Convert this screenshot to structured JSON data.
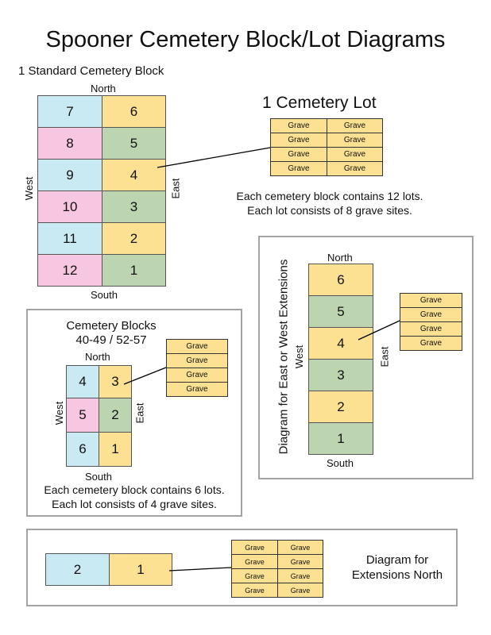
{
  "title": "Spooner Cemetery Block/Lot Diagrams",
  "standard_block": {
    "heading": "1 Standard Cemetery Block",
    "north": "North",
    "south": "South",
    "west": "West",
    "east": "East",
    "lots_left": [
      "7",
      "8",
      "9",
      "10",
      "11",
      "12"
    ],
    "lots_right": [
      "6",
      "5",
      "4",
      "3",
      "2",
      "1"
    ]
  },
  "cemetery_lot": {
    "heading": "1 Cemetery Lot",
    "grave": "Grave",
    "note_line1": "Each cemetery block contains 12 lots.",
    "note_line2": "Each lot consists of 8 grave sites."
  },
  "small_block": {
    "heading_line1": "Cemetery Blocks",
    "heading_line2": "40-49 / 52-57",
    "north": "North",
    "south": "South",
    "west": "West",
    "east": "East",
    "lots_left": [
      "4",
      "5",
      "6"
    ],
    "lots_right": [
      "3",
      "2",
      "1"
    ],
    "grave": "Grave",
    "note_line1": "Each cemetery block contains 6 lots.",
    "note_line2": "Each lot consists of 4 grave sites."
  },
  "east_west_extension": {
    "heading": "Diagram for East or West Extensions",
    "north": "North",
    "south": "South",
    "west": "West",
    "east": "East",
    "lots": [
      "6",
      "5",
      "4",
      "3",
      "2",
      "1"
    ],
    "grave": "Grave"
  },
  "north_extension": {
    "heading_line1": "Diagram for",
    "heading_line2": "Extensions North",
    "lots": [
      "2",
      "1"
    ],
    "grave": "Grave"
  }
}
